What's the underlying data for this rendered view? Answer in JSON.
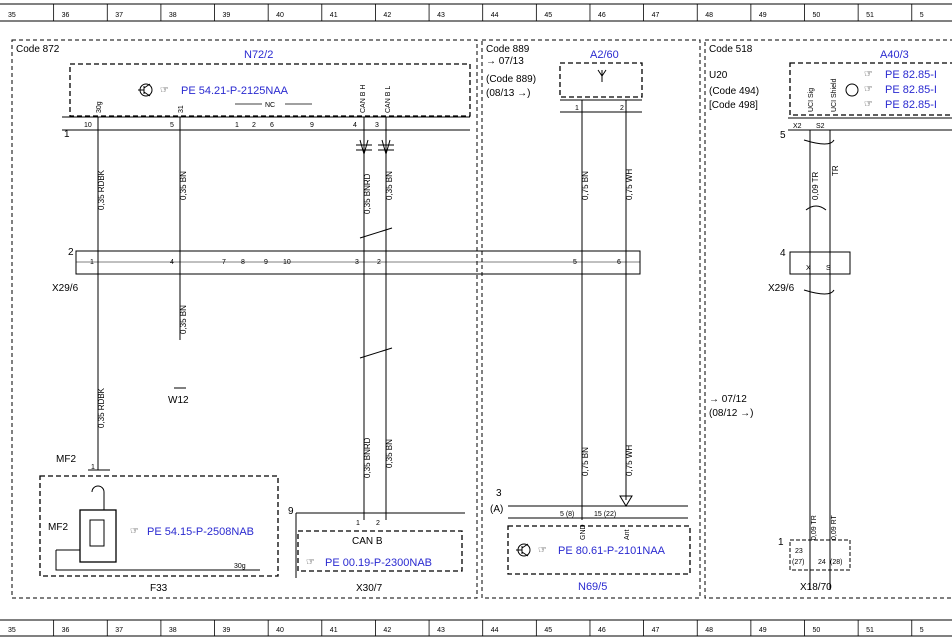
{
  "ruler": {
    "numbers": [
      "35",
      "36",
      "37",
      "38",
      "39",
      "40",
      "41",
      "42",
      "43",
      "44",
      "45",
      "46",
      "47",
      "48",
      "49",
      "50",
      "51",
      "5"
    ]
  },
  "sections": {
    "code872": "Code 872",
    "code889": "Code 889",
    "code518": "Code 518"
  },
  "n72": {
    "label": "N72/2",
    "ref": "PE 54.21-P-2125NAA",
    "pin_labels": [
      "30g",
      "31",
      "CAN B H",
      "CAN B L"
    ],
    "nc": "NC",
    "pins": [
      "10",
      "5",
      "1",
      "2",
      "6",
      "9",
      "4",
      "3"
    ],
    "terminal": "1"
  },
  "wires": {
    "w1": "0,35 RDBK",
    "w2": "0,35 BN",
    "w3": "0,35 BNRD",
    "w4": "0,35 BN",
    "w5": "0,75 BN",
    "w6": "0,75 WH",
    "w7": "0,09 TR",
    "w8": "TR",
    "w2b": "0,35 BN",
    "w1b": "0,35 RDBK",
    "w3b": "0,35 BNRD",
    "w4b": "0,35 BN",
    "w5b": "0,75 BN",
    "w6b": "0,75 WH"
  },
  "x29": {
    "label": "X29/6",
    "terminal": "2",
    "pins": [
      "1",
      "4",
      "7",
      "8",
      "9",
      "10",
      "3",
      "2",
      "5",
      "6"
    ]
  },
  "w12": "W12",
  "a260": {
    "label": "A2/60",
    "note1": "→ 07/13",
    "note2": "(Code 889)",
    "note3": "(08/13 →)",
    "pins": [
      "1",
      "2"
    ]
  },
  "code518": {
    "u20": "U20",
    "c494": "(Code 494)",
    "c498": "[Code 498]",
    "a403": "A40/3",
    "refs": [
      "PE 82.85-I",
      "PE 82.85-I",
      "PE 82.85-I"
    ],
    "pin_labels": [
      "UCI Sig",
      "UCI Shield"
    ],
    "pins": [
      "X2",
      "S2"
    ],
    "terminal5": "5",
    "terminal4": "4",
    "x29": "X29/6",
    "xs": [
      "X",
      "S"
    ],
    "note1": "→ 07/12",
    "note2": "(08/12 →)",
    "x18": "X18/70",
    "x18_pins": [
      "23",
      "(27)",
      "24",
      "(28)"
    ],
    "x18_terminal": "1",
    "x18_wires": [
      "0,09 TR",
      "0,09 RT"
    ]
  },
  "f33": {
    "mf2_top": "MF2",
    "mf2_side": "MF2",
    "ref": "PE 54.15-P-2508NAB",
    "pin": "1",
    "label": "F33",
    "pin30": "30g"
  },
  "x307": {
    "terminal": "9",
    "pins": [
      "1",
      "2"
    ],
    "canb": "CAN B",
    "ref": "PE 00.19-P-2300NAB",
    "label": "X30/7"
  },
  "n695": {
    "terminal": "3",
    "a": "(A)",
    "pins": [
      "5 (8)",
      "15 (22)"
    ],
    "pin_labels": [
      "GND",
      "Ant"
    ],
    "ref": "PE 80.61-P-2101NAA",
    "label": "N69/5"
  },
  "colors": {
    "link": "#2a2ad0",
    "line": "#000000"
  }
}
